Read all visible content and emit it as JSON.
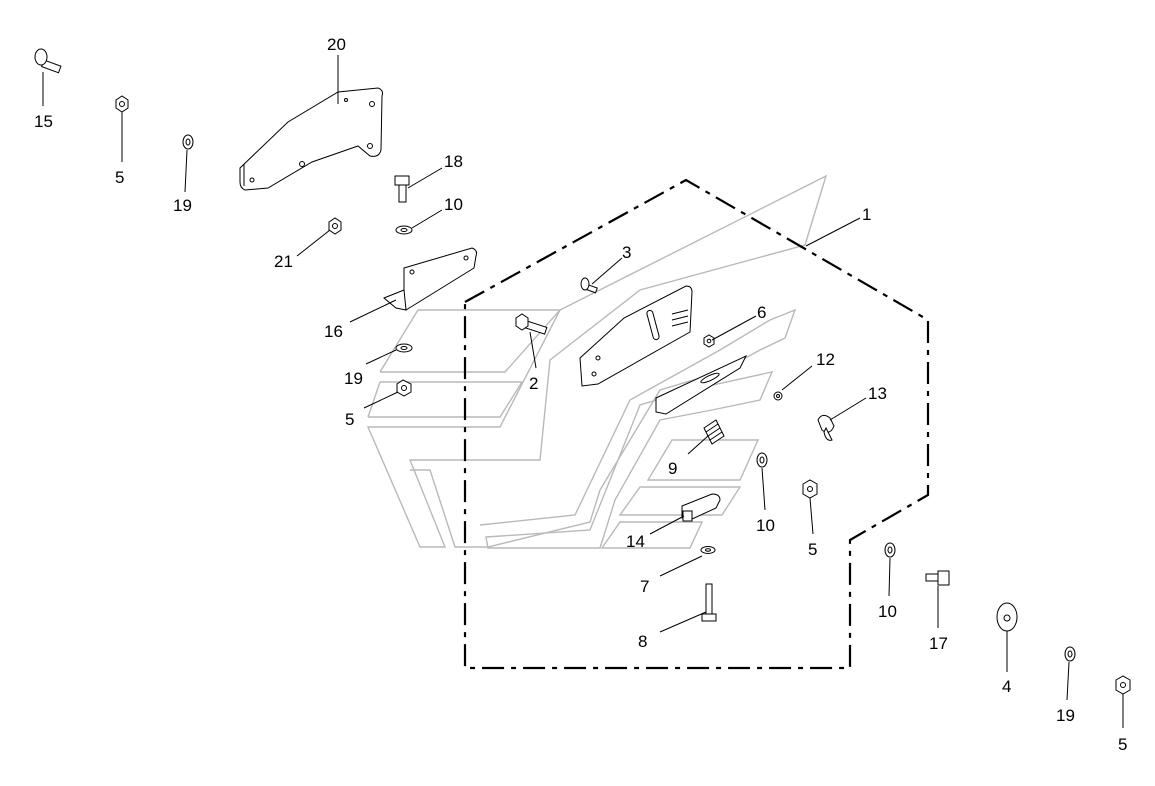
{
  "diagram": {
    "callouts": [
      {
        "id": "c15a",
        "label": "15"
      },
      {
        "id": "c5a",
        "label": "5"
      },
      {
        "id": "c19a",
        "label": "19"
      },
      {
        "id": "c20",
        "label": "20"
      },
      {
        "id": "c18",
        "label": "18"
      },
      {
        "id": "c10a",
        "label": "10"
      },
      {
        "id": "c21",
        "label": "21"
      },
      {
        "id": "c16",
        "label": "16"
      },
      {
        "id": "c3",
        "label": "3"
      },
      {
        "id": "c1",
        "label": "1"
      },
      {
        "id": "c6",
        "label": "6"
      },
      {
        "id": "c19b",
        "label": "19"
      },
      {
        "id": "c2",
        "label": "2"
      },
      {
        "id": "c5b",
        "label": "5"
      },
      {
        "id": "c12",
        "label": "12"
      },
      {
        "id": "c13",
        "label": "13"
      },
      {
        "id": "c9",
        "label": "9"
      },
      {
        "id": "c10b",
        "label": "10"
      },
      {
        "id": "c5c",
        "label": "5"
      },
      {
        "id": "c14",
        "label": "14"
      },
      {
        "id": "c7",
        "label": "7"
      },
      {
        "id": "c8",
        "label": "8"
      },
      {
        "id": "c10c",
        "label": "10"
      },
      {
        "id": "c17",
        "label": "17"
      },
      {
        "id": "c4",
        "label": "4"
      },
      {
        "id": "c19c",
        "label": "19"
      },
      {
        "id": "c5d",
        "label": "5"
      }
    ]
  }
}
